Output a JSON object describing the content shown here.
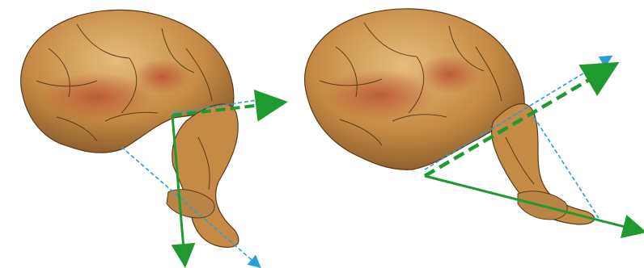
{
  "figure": {
    "panels": [
      {
        "id": "left",
        "subject": "fossil-skull-lateral-view",
        "axis_style": "perpendicular-axes",
        "colors": {
          "bone_light": "#d9a866",
          "bone_mid": "#b87a3a",
          "bone_dark": "#6b4520",
          "stain": "#b0452a",
          "axis_green": "#1f9a2e",
          "axis_blue": "#2a9ed8"
        }
      },
      {
        "id": "right",
        "subject": "fossil-skull-lateral-view",
        "axis_style": "angled-axes",
        "colors": {
          "bone_light": "#d9a866",
          "bone_mid": "#b87a3a",
          "bone_dark": "#6b4520",
          "stain": "#b0452a",
          "axis_green": "#1f9a2e",
          "axis_blue": "#2a9ed8"
        }
      }
    ]
  }
}
